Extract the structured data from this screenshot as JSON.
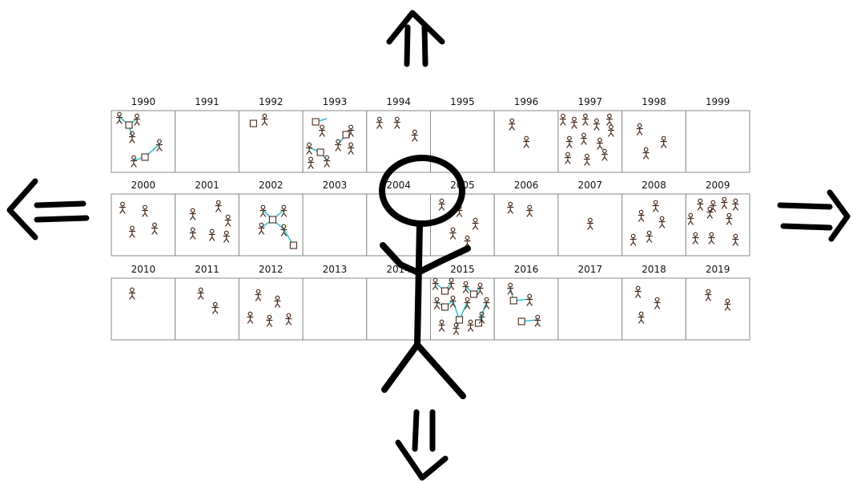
{
  "grid": {
    "rows": [
      {
        "cells": [
          {
            "year": "1990",
            "people": [
              [
                10,
                8
              ],
              [
                32,
                10
              ],
              [
                26,
                32
              ],
              [
                60,
                42
              ],
              [
                28,
                62
              ]
            ],
            "houses": [
              [
                22,
                18
              ],
              [
                42,
                58
              ]
            ],
            "links": [
              [
                [
                  10,
                  8
                ],
                [
                  22,
                  18
                ]
              ],
              [
                [
                  32,
                  10
                ],
                [
                  22,
                  18
                ]
              ],
              [
                [
                  22,
                  18
                ],
                [
                  26,
                  32
                ]
              ],
              [
                [
                  60,
                  42
                ],
                [
                  42,
                  58
                ]
              ],
              [
                [
                  42,
                  58
                ],
                [
                  28,
                  62
                ]
              ]
            ]
          },
          {
            "year": "1991",
            "people": [],
            "houses": [],
            "links": []
          },
          {
            "year": "1992",
            "people": [
              [
                32,
                10
              ]
            ],
            "houses": [
              [
                18,
                16
              ]
            ],
            "links": []
          },
          {
            "year": "1993",
            "people": [
              [
                24,
                24
              ],
              [
                60,
                24
              ],
              [
                44,
                42
              ],
              [
                8,
                46
              ],
              [
                60,
                46
              ],
              [
                30,
                62
              ],
              [
                10,
                64
              ]
            ],
            "houses": [
              [
                16,
                14
              ],
              [
                54,
                30
              ],
              [
                22,
                52
              ]
            ],
            "links": [
              [
                [
                  16,
                  14
                ],
                [
                  30,
                  10
                ]
              ],
              [
                [
                  54,
                  30
                ],
                [
                  60,
                  24
                ]
              ],
              [
                [
                  54,
                  30
                ],
                [
                  44,
                  42
                ]
              ],
              [
                [
                  22,
                  52
                ],
                [
                  8,
                  46
                ]
              ],
              [
                [
                  22,
                  52
                ],
                [
                  30,
                  62
                ]
              ]
            ]
          },
          {
            "year": "1994",
            "people": [
              [
                16,
                14
              ],
              [
                38,
                14
              ],
              [
                60,
                30
              ]
            ],
            "houses": [],
            "links": []
          },
          {
            "year": "1995",
            "people": [],
            "houses": [],
            "links": []
          },
          {
            "year": "1996",
            "people": [
              [
                22,
                16
              ],
              [
                40,
                38
              ]
            ],
            "houses": [],
            "links": []
          },
          {
            "year": "1997",
            "people": [
              [
                6,
                10
              ],
              [
                20,
                14
              ],
              [
                34,
                10
              ],
              [
                48,
                16
              ],
              [
                64,
                10
              ],
              [
                66,
                24
              ],
              [
                14,
                38
              ],
              [
                32,
                34
              ],
              [
                52,
                40
              ],
              [
                12,
                58
              ],
              [
                36,
                60
              ],
              [
                58,
                54
              ]
            ],
            "houses": [],
            "links": []
          },
          {
            "year": "1998",
            "people": [
              [
                22,
                22
              ],
              [
                52,
                38
              ],
              [
                30,
                52
              ]
            ],
            "houses": [],
            "links": []
          },
          {
            "year": "1999",
            "people": [],
            "houses": [],
            "links": []
          }
        ]
      },
      {
        "cells": [
          {
            "year": "2000",
            "people": [
              [
                14,
                16
              ],
              [
                42,
                20
              ],
              [
                26,
                46
              ],
              [
                54,
                42
              ]
            ],
            "houses": [],
            "links": []
          },
          {
            "year": "2001",
            "people": [
              [
                54,
                14
              ],
              [
                22,
                24
              ],
              [
                66,
                32
              ],
              [
                22,
                48
              ],
              [
                46,
                50
              ],
              [
                64,
                52
              ]
            ],
            "houses": [],
            "links": []
          },
          {
            "year": "2002",
            "people": [
              [
                30,
                20
              ],
              [
                56,
                20
              ],
              [
                28,
                42
              ],
              [
                56,
                44
              ]
            ],
            "houses": [
              [
                42,
                32
              ],
              [
                68,
                64
              ]
            ],
            "links": [
              [
                [
                  30,
                  20
                ],
                [
                  42,
                  32
                ]
              ],
              [
                [
                  56,
                  20
                ],
                [
                  42,
                  32
                ]
              ],
              [
                [
                  42,
                  32
                ],
                [
                  28,
                  42
                ]
              ],
              [
                [
                  42,
                  32
                ],
                [
                  56,
                  44
                ]
              ],
              [
                [
                  56,
                  44
                ],
                [
                  68,
                  64
                ]
              ]
            ]
          },
          {
            "year": "2003",
            "people": [],
            "houses": [],
            "links": []
          },
          {
            "year": "2004",
            "people": [],
            "houses": [],
            "links": []
          },
          {
            "year": "2005",
            "people": [
              [
                14,
                12
              ],
              [
                36,
                20
              ],
              [
                56,
                36
              ],
              [
                28,
                48
              ],
              [
                46,
                58
              ]
            ],
            "houses": [],
            "links": []
          },
          {
            "year": "2006",
            "people": [
              [
                20,
                16
              ],
              [
                44,
                20
              ]
            ],
            "houses": [],
            "links": []
          },
          {
            "year": "2007",
            "people": [
              [
                40,
                36
              ]
            ],
            "houses": [],
            "links": []
          },
          {
            "year": "2008",
            "people": [
              [
                42,
                14
              ],
              [
                24,
                26
              ],
              [
                50,
                34
              ],
              [
                34,
                52
              ],
              [
                14,
                56
              ]
            ],
            "houses": [],
            "links": []
          },
          {
            "year": "2009",
            "people": [
              [
                18,
                12
              ],
              [
                34,
                14
              ],
              [
                48,
                10
              ],
              [
                62,
                12
              ],
              [
                30,
                22
              ],
              [
                6,
                30
              ],
              [
                54,
                30
              ],
              [
                12,
                54
              ],
              [
                32,
                54
              ],
              [
                62,
                56
              ]
            ],
            "houses": [],
            "links": []
          }
        ]
      },
      {
        "cells": [
          {
            "year": "2010",
            "people": [
              [
                26,
                18
              ]
            ],
            "houses": [],
            "links": []
          },
          {
            "year": "2011",
            "people": [
              [
                32,
                18
              ],
              [
                50,
                36
              ]
            ],
            "houses": [],
            "links": []
          },
          {
            "year": "2012",
            "people": [
              [
                24,
                20
              ],
              [
                48,
                28
              ],
              [
                14,
                48
              ],
              [
                38,
                52
              ],
              [
                62,
                50
              ]
            ],
            "houses": [],
            "links": []
          },
          {
            "year": "2013",
            "people": [],
            "houses": [],
            "links": []
          },
          {
            "year": "2014",
            "people": [],
            "houses": [],
            "links": []
          },
          {
            "year": "2015",
            "people": [
              [
                6,
                6
              ],
              [
                26,
                6
              ],
              [
                44,
                10
              ],
              [
                62,
                12
              ],
              [
                8,
                30
              ],
              [
                28,
                28
              ],
              [
                46,
                30
              ],
              [
                70,
                30
              ],
              [
                14,
                58
              ],
              [
                32,
                62
              ],
              [
                50,
                58
              ],
              [
                64,
                48
              ]
            ],
            "houses": [
              [
                18,
                16
              ],
              [
                54,
                20
              ],
              [
                18,
                36
              ],
              [
                36,
                52
              ],
              [
                60,
                56
              ]
            ],
            "links": [
              [
                [
                  6,
                  6
                ],
                [
                  18,
                  16
                ]
              ],
              [
                [
                  26,
                  6
                ],
                [
                  18,
                  16
                ]
              ],
              [
                [
                  54,
                  20
                ],
                [
                  44,
                  10
                ]
              ],
              [
                [
                  54,
                  20
                ],
                [
                  62,
                  12
                ]
              ],
              [
                [
                  18,
                  36
                ],
                [
                  8,
                  30
                ]
              ],
              [
                [
                  18,
                  36
                ],
                [
                  28,
                  28
                ]
              ],
              [
                [
                  28,
                  28
                ],
                [
                  36,
                  52
                ]
              ],
              [
                [
                  46,
                  30
                ],
                [
                  36,
                  52
                ]
              ],
              [
                [
                  36,
                  52
                ],
                [
                  32,
                  62
                ]
              ],
              [
                [
                  60,
                  56
                ],
                [
                  70,
                  30
                ]
              ],
              [
                [
                  60,
                  56
                ],
                [
                  64,
                  48
                ]
              ]
            ]
          },
          {
            "year": "2016",
            "people": [
              [
                20,
                12
              ],
              [
                44,
                26
              ],
              [
                54,
                52
              ]
            ],
            "houses": [
              [
                24,
                28
              ],
              [
                34,
                54
              ]
            ],
            "links": [
              [
                [
                  20,
                  12
                ],
                [
                  24,
                  28
                ]
              ],
              [
                [
                  24,
                  28
                ],
                [
                  44,
                  26
                ]
              ],
              [
                [
                  34,
                  54
                ],
                [
                  54,
                  52
                ]
              ]
            ]
          },
          {
            "year": "2017",
            "people": [],
            "houses": [],
            "links": []
          },
          {
            "year": "2018",
            "people": [
              [
                20,
                16
              ],
              [
                44,
                30
              ],
              [
                24,
                48
              ]
            ],
            "houses": [],
            "links": []
          },
          {
            "year": "2019",
            "people": [
              [
                28,
                20
              ],
              [
                52,
                32
              ]
            ],
            "houses": [],
            "links": []
          }
        ]
      }
    ]
  },
  "controls": {
    "up_arrow": "double-arrow-up-icon",
    "down_arrow": "double-arrow-down-icon",
    "left_arrow": "double-arrow-left-icon",
    "right_arrow": "double-arrow-right-icon",
    "player": "stick-figure-player"
  },
  "colors": {
    "ink": "#000000",
    "figure": "#4a2a1a",
    "link": "#35c0d0",
    "cell_border": "#8a8a8a"
  }
}
